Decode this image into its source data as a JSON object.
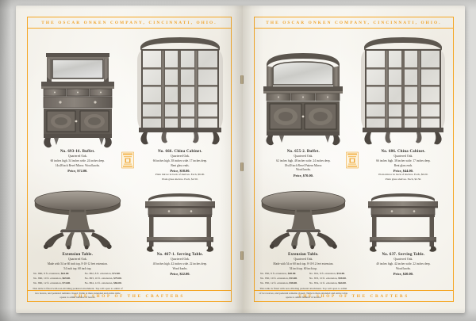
{
  "page": {
    "header_text": "THE OSCAR ONKEN COMPANY, CINCINNATI, OHIO.",
    "footer_text": "THE SHOP OF THE CRAFTERS",
    "accent_color": "#f5a623",
    "paper_color": "#f6f4ee"
  },
  "left_page": {
    "items": [
      {
        "id": "buffet-left",
        "title": "No. 693-16.  Buffet.",
        "material": "Quartered Oak.",
        "dims": [
          "60 inches high.     54 inches wide.     24 inches deep.",
          "14x48 inch Bevel Mirror.    Wood knobs."
        ],
        "price": "Price, $72.00.",
        "extra_lines": [],
        "price_rows": []
      },
      {
        "id": "china-cabinet-left",
        "title": "No. 666.   China Cabinet.",
        "material": "Quartered Oak.",
        "dims": [
          "66 inches high.     38 inches wide.     17 inches deep.",
          "Bent glass ends."
        ],
        "price": "Price, $58.00.",
        "extra_lines": [
          "Plain mirror in back of shelves.        Each, $6.00.",
          "Plain glass shelves.                    Each, $2.50."
        ],
        "price_rows": []
      },
      {
        "id": "extension-table-left",
        "title": "Extension Table.",
        "material": "Quartered Oak.",
        "dims": [
          "Made with 54 or 60 inch top.      8-10-12 feet extension.",
          "54 inch top.                            60 inch top."
        ],
        "price": "",
        "price_rows": [
          {
            "left": "No. 860,   8 ft. extension, <b>$64.00</b>.",
            "right": "No. 862,   8 ft. extension, <b>$72.00</b>."
          },
          {
            "left": "No. 860, 10 ft. extension, <b>$69.00</b>.",
            "right": "No. 863, 10 ft. extension, <b>$79.00</b>."
          },
          {
            "left": "No. 860, 12 ft. extension, <b>$74.00</b>.",
            "right": "No. 864, 12 ft. extension, <b>$84.00</b>."
          }
        ],
        "note": "This table is fitted with non-dividing pedestal attachment.  Top will open to admit of two leaves, and pedestal remains closed.  Table is then extended and entire table opens to admit balance of leaves."
      },
      {
        "id": "serving-table-left",
        "title": "No. 467-1.   Serving Table.",
        "material": "Quartered Oak.",
        "dims": [
          "40 inches high.     42 inches wide.     22 inches deep.",
          "Wood knobs."
        ],
        "price": "Price, $22.00.",
        "extra_lines": [],
        "price_rows": []
      }
    ]
  },
  "right_page": {
    "items": [
      {
        "id": "buffet-right",
        "title": "No. 655-2.   Buffet.",
        "material": "Quartered Oak.",
        "dims": [
          "62 inches high.     48 inches wide.     24 inches deep.",
          "18x40 inch Bevel Pattern Mirror.",
          "Wood knobs."
        ],
        "price": "Price, $70.00.",
        "extra_lines": [],
        "price_rows": []
      },
      {
        "id": "china-cabinet-right",
        "title": "No. 686.   China Cabinet.",
        "material": "Quartered Oak.",
        "dims": [
          "66 inches high.     38 inches wide.     17 inches deep.",
          "Bent glass ends."
        ],
        "price": "Price, $44.00.",
        "extra_lines": [
          "Plain mirror in back of shelves.        Each, $6.00.",
          "Plain glass shelves.                    Each, $2.50."
        ],
        "price_rows": []
      },
      {
        "id": "extension-table-right",
        "title": "Extension Table.",
        "material": "Quartered Oak.",
        "dims": [
          "Made with 54 or 60 inch top.      8-10-12 feet extension.",
          "54 inch top.                            60 inch top."
        ],
        "price": "",
        "price_rows": [
          {
            "left": "No. 850,   8 ft. extension, <b>$48.00</b>.",
            "right": "No. 852,   8 ft. extension, <b>$54.00</b>."
          },
          {
            "left": "No. 850, 10 ft. extension, <b>$53.00</b>.",
            "right": "No. 853, 10 ft. extension, <b>$59.00</b>."
          },
          {
            "left": "No. 850, 12 ft. extension, <b>$58.00</b>.",
            "right": "No. 854, 12 ft. extension, <b>$64.00</b>."
          }
        ],
        "note": "This table is fitted with non-dividing pedestal attachment.  Top will open to admit of two leaves, and pedestal remains closed.  Table is then extended and entire table opens to admit balance of leaves."
      },
      {
        "id": "serving-table-right",
        "title": "No. 637.   Serving Table.",
        "material": "Quartered Oak.",
        "dims": [
          "40 inches high.     42 inches wide.     22 inches deep.",
          "Wood knobs."
        ],
        "price": "Price, $20.00.",
        "extra_lines": [],
        "price_rows": []
      }
    ]
  }
}
